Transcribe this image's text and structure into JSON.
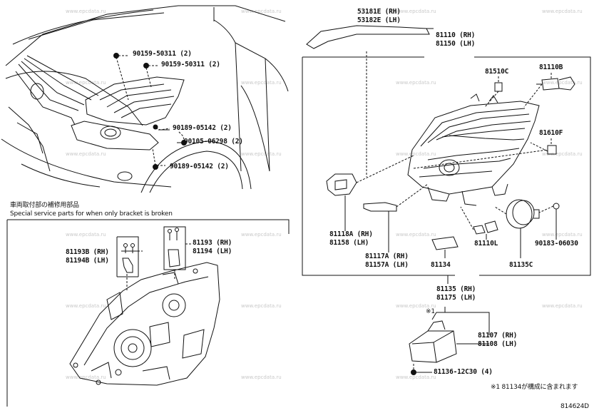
{
  "watermark": "www.epcdata.ru",
  "figure_id": "814624D",
  "special_service": {
    "jp": "車両取付部の補修用部品",
    "en": "Special service parts for when only bracket is broken"
  },
  "footnote": "※1 81134が構成に含まれます",
  "footnote_mark": "※1",
  "labels": {
    "p90159a": "90159-50311 (2)",
    "p90159b": "90159-50311 (2)",
    "p90189a": "90189-05142 (2)",
    "p90105": "90105-06298 (2)",
    "p90189b": "90189-05142 (2)",
    "p53181": "53181E (RH)",
    "p53182": "53182E (LH)",
    "p81110rh": "81110 (RH)",
    "p81150lh": "81150 (LH)",
    "p81510c": "81510C",
    "p81110b": "81110B",
    "p81610f": "81610F",
    "p81118a": "81118A (RH)",
    "p81158": "81158 (LH)",
    "p81117a": "81117A (RH)",
    "p81157a": "81157A (LH)",
    "p81110l": "81110L",
    "p90183": "90183-06030",
    "p81134": "81134",
    "p81135c": "81135C",
    "p81135rh": "81135 (RH)",
    "p81175lh": "81175 (LH)",
    "p81193b": "81193B (RH)",
    "p81194b": "81194B (LH)",
    "p81193rh": "81193 (RH)",
    "p81194lh": "81194 (LH)",
    "p81107rh": "81107 (RH)",
    "p81108lh": "81108 (LH)",
    "p81136": "81136-12C30 (4)"
  }
}
